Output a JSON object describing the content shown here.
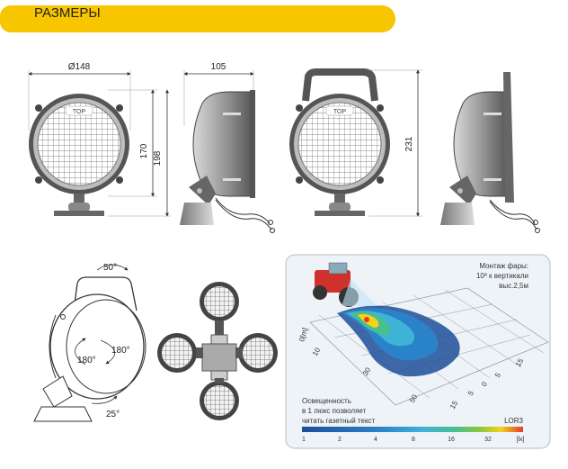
{
  "header": {
    "title": "РАЗМЕРЫ",
    "accent": "#F7C600"
  },
  "dimensions": {
    "diameter": "Ø148",
    "height_front": "170",
    "height_total": "198",
    "depth": "105",
    "height_handle": "231",
    "grille_label": "TOP"
  },
  "angles": {
    "up": "50°",
    "left": "180°",
    "right": "180°",
    "down": "25°"
  },
  "beam": {
    "note_line1": "Монтаж фары:",
    "note_line2": "10º к вертикали",
    "note_line3": "выс.2,5м",
    "axis_y_label": "0[m]",
    "axis_ticks_left": [
      "10",
      "30",
      "50"
    ],
    "axis_ticks_right": [
      "15",
      "5",
      "0",
      "5",
      "15"
    ],
    "legend_line1": "Освещенность",
    "legend_line2": "в 1 люкс позволяет",
    "legend_line3": "читать газетный текст",
    "model": "LOR3",
    "scale_ticks": [
      "1",
      "2",
      "4",
      "8",
      "16",
      "32",
      "[lx]"
    ],
    "scale_colors": [
      "#1F4E9A",
      "#2A83C8",
      "#3FB2D8",
      "#4BBE8E",
      "#8BC53F",
      "#F2D21B",
      "#E53A2A"
    ]
  }
}
